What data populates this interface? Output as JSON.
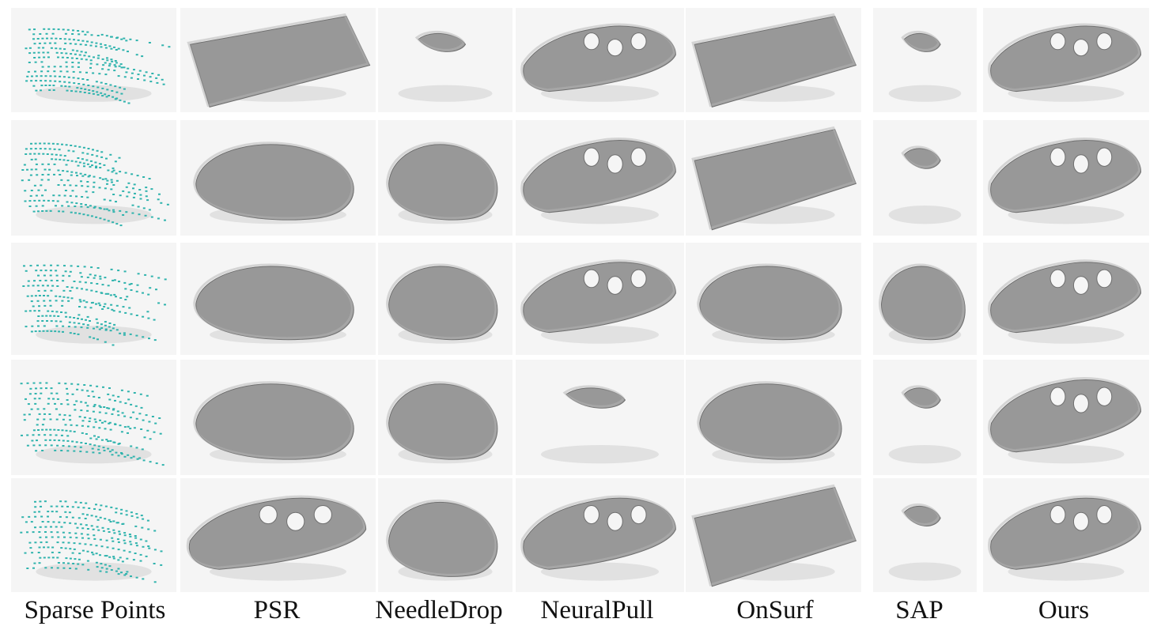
{
  "figure": {
    "columns": [
      {
        "key": "sparse",
        "label": "Sparse Points"
      },
      {
        "key": "psr",
        "label": "PSR"
      },
      {
        "key": "needledrop",
        "label": "NeedleDrop"
      },
      {
        "key": "neuralpull",
        "label": "NeuralPull"
      },
      {
        "key": "onsurf",
        "label": "OnSurf"
      },
      {
        "key": "sap",
        "label": "SAP"
      },
      {
        "key": "ours",
        "label": "Ours"
      }
    ],
    "rows": 5,
    "colors": {
      "background": "#ffffff",
      "point_cloud": "#2fb3ad",
      "mesh_light": "#b3b3b3",
      "mesh_mid": "#989898",
      "mesh_dark": "#6f6f6f",
      "shadow": "#d9d9d9",
      "cell_bg": "#f5f5f5"
    }
  }
}
